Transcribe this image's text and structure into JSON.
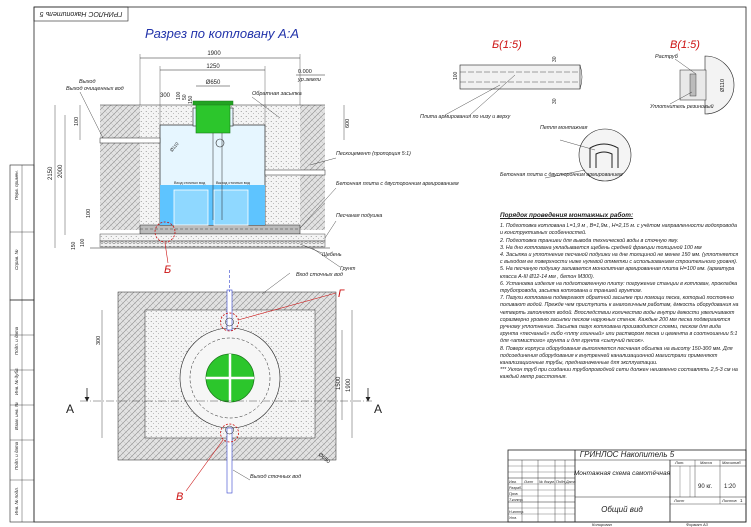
{
  "stamp_top": "ГРИНЛОС Накопитель 5",
  "section_title": "Разрез по котловану А:А",
  "detail_b_title": "Б(1:5)",
  "detail_v_title": "В(1:5)",
  "detail_g_title": "Г",
  "dims": {
    "d1900": "1900",
    "d1250": "1250",
    "d650": "Ø650",
    "d300": "300",
    "d100a": "100",
    "d50": "50",
    "d150": "150",
    "d000": "0.000",
    "ground_level": "ур.земли",
    "d600": "600",
    "d2150": "2150",
    "d2000": "2000",
    "d100b": "100",
    "d100c": "100",
    "d150b": "150",
    "d100d": "100",
    "d110": "Ø110",
    "d300b": "300",
    "d1900b": "1900",
    "d1500": "1500",
    "d650b": "Ø650",
    "d30a": "30",
    "d30b": "30",
    "d100e": "100",
    "d110b": "Ø110"
  },
  "labels": {
    "outlet_clean": "Выход очищенных вод",
    "backfill": "Обратная засыпка",
    "sand_cement": "Пескоцемент (пропорция 5:1)",
    "concrete_slab": "Бетонная плита с двусторонним армированием",
    "sand_pad": "Песчаная подушка",
    "gravel": "Щебень",
    "soil": "Грунт",
    "inlet_section": "Вход сточных вод",
    "tank_inner_a": "Вход сточных вод",
    "tank_inner_b": "Выход сточных вод",
    "inlet_plan": "Вход сточных вод",
    "outlet_plan": "Выход сточных вод",
    "slab_b": "Плита армирования по низу и верху",
    "socket": "Раструб",
    "seal": "Уплотнитель резиновый",
    "loop": "Петля монтажная",
    "slab_g": "Бетонная плита с двусторонним армированием",
    "mark_b": "Б",
    "mark_g": "Г",
    "mark_v": "В",
    "mark_a_left": "А",
    "mark_a_right": "А"
  },
  "notes_title": "Порядок проведения монтажных работ:",
  "notes": [
    "1. Подготовка котлована L=1,9 м , В=1,9м., Н=2,15 м. с учётом направленности водопровода и конструктивных особенностей.",
    "2. Подготовка траншеи для вывода технической воды в сточную яму.",
    "3. На дно котлована укладывается щебень средней фракции толщиной 100 мм",
    "4. Засыпка и уплотнение песчаной подушки на дне толщиной не менее 150 мм. (уплотняется с выходом ее поверхности ниже нулевой отметки с использованием строительного уровня).",
    "5. На песчаную подушку заливается монолитная армированная плита Н=100 мм. (арматура класса А-III Ø12-14 мм , бетон М300).",
    "6. Установка изделия на подготовленную плиту: погружение станции в котлован, прокладка трубопровода, засыпка котлована и траншей грунтом.",
    "7. Пазухи котлована подвергают обратной засыпке при помощи песка, который постоянно поливают водой. Прежде чем приступить к аналогичным работам, ёмкость оборудования на четверть заполняют водой. Впоследствии количество воды внутри ёмкости увеличивают соразмерно уровню засыпки песком наружных стенок. Каждые 200 мм песка подвергаются ручному уплотнению. Засыпка пазух котлована производится слоями, песком для вида грунта «песчаный» либо «плпу глинный» или раствором песка и цемента в соотношении 5:1 для «атмистого» грунта и для грунта «сыпучий песок».",
    "8. Поверх корпуса оборудования выполняется песчаная обсыпка на высоту 150-300 мм. Для подсоединения оборудования к внутренней канализационной магистрали применяют канализационные трубы, предназначенные для эксплуатации.",
    "*** Уклон труб при создании трубопроводной сети должен неизменно составлять 2,5-3 см на каждый метр расстояния."
  ],
  "title_block": {
    "product": "ГРИНЛОС Накопитель 5",
    "doc_name": "Монтажная схема самотёчная",
    "sheet_name": "Общий вид",
    "mass_label": "Масса",
    "scale_label": "Масштаб",
    "mass": "90 кг.",
    "scale": "1:20",
    "sheet_label": "Лист",
    "sheets_label": "Листов",
    "sheets": "1",
    "stage_label": "Лит.",
    "row_izm": "Изм.",
    "row_list": "Лист",
    "row_ndoc": "№ докум.",
    "row_podp": "Подп.",
    "row_data": "Дата",
    "razrab": "Разраб.",
    "prov": "Пров.",
    "tkontr": "Т.контр.",
    "nkontr": "Н.контр.",
    "utv": "Утв.",
    "copied": "Копировал",
    "format": "Формат А3"
  },
  "side_stamp": [
    "Перв. примен.",
    "Справ. №",
    "Подп. и дата",
    "Инв. № дубл.",
    "Взам. инв. №",
    "Подп. и дата",
    "Инв. № подл."
  ],
  "colors": {
    "hatch": "#cfcfcf",
    "tank": "#bfe9ff",
    "water": "#5ec4ff",
    "lid": "#2cc62c",
    "ink": "#222222",
    "title_blue": "#2233aa",
    "mark_red": "#cc1111"
  }
}
